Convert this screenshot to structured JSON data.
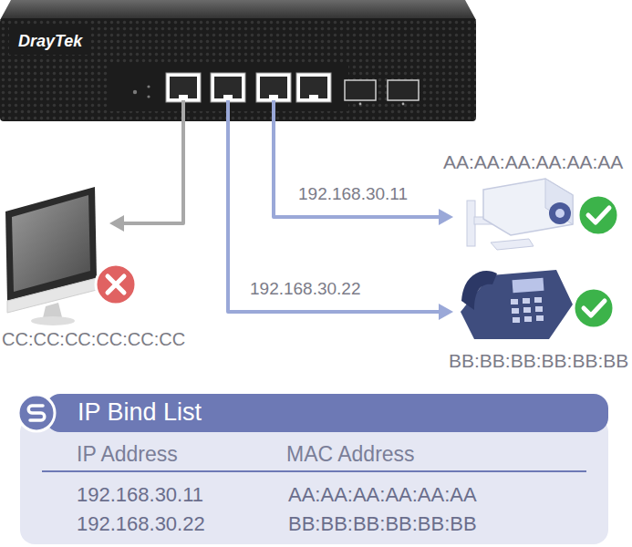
{
  "diagram": {
    "nodes": [
      {
        "text": [
          "DrayTek"
        ]
      },
      {
        "text": [
          "CC:CC:CC:CC:CC:CC"
        ]
      },
      {
        "text": [
          "AA:AA:AA:AA:AA:AA"
        ]
      },
      {
        "text": [
          "BB:BB:BB:BB:BB:BB"
        ]
      },
      {
        "text": [
          "IP Bind List"
        ]
      }
    ],
    "edges": [
      {
        "from": 0,
        "to": 1,
        "arrow": "to"
      },
      {
        "from": 0,
        "to": 2,
        "arrow": "to",
        "label": "192.168.30.11"
      },
      {
        "from": 0,
        "to": 3,
        "arrow": "to",
        "label": "192.168.30.22"
      }
    ],
    "labels": [
      "IP Address",
      "MAC Address",
      "192.168.30.11",
      "AA:AA:AA:AA:AA:AA",
      "192.168.30.22",
      "BB:BB:BB:BB:BB:BB"
    ]
  }
}
